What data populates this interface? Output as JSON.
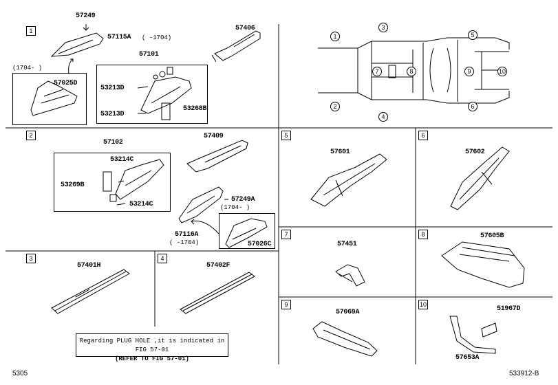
{
  "sections": {
    "s1": {
      "num": "1"
    },
    "s2": {
      "num": "2"
    },
    "s3": {
      "num": "3"
    },
    "s4": {
      "num": "4"
    },
    "s5": {
      "num": "5"
    },
    "s6": {
      "num": "6"
    },
    "s7": {
      "num": "7"
    },
    "s8": {
      "num": "8"
    },
    "s9": {
      "num": "9"
    },
    "s10": {
      "num": "10"
    }
  },
  "overview": {
    "markers": [
      "1",
      "2",
      "3",
      "4",
      "5",
      "6",
      "7",
      "8",
      "9",
      "10"
    ]
  },
  "parts": {
    "p57249": "57249",
    "p57115A": "57115A",
    "p57115A_range": "(   -1704)",
    "p57406": "57406",
    "p57101": "57101",
    "p1704_a": "(1704-    )",
    "p57025D": "57025D",
    "p53213D_a": "53213D",
    "p53213D_b": "53213D",
    "p53268B": "53268B",
    "p57102": "57102",
    "p53214C_a": "53214C",
    "p53269B": "53269B",
    "p53214C_b": "53214C",
    "p57409": "57409",
    "p57249A": "57249A",
    "p1704_b": "(1704-    )",
    "p57116A": "57116A",
    "p57116A_range": "(   -1704)",
    "p57026C": "57026C",
    "p57401H": "57401H",
    "p57402F": "57402F",
    "p57601": "57601",
    "p57602": "57602",
    "p57451": "57451",
    "p57605B": "57605B",
    "p57069A": "57069A",
    "p51967D": "51967D",
    "p57653A": "57653A"
  },
  "note": {
    "line1": "Regarding PLUG HOLE ,it is indicated in FIG 57-01",
    "line2": "(REFER TO FIG 57-01)"
  },
  "footer": {
    "left": "5305",
    "right": "533912-B"
  }
}
